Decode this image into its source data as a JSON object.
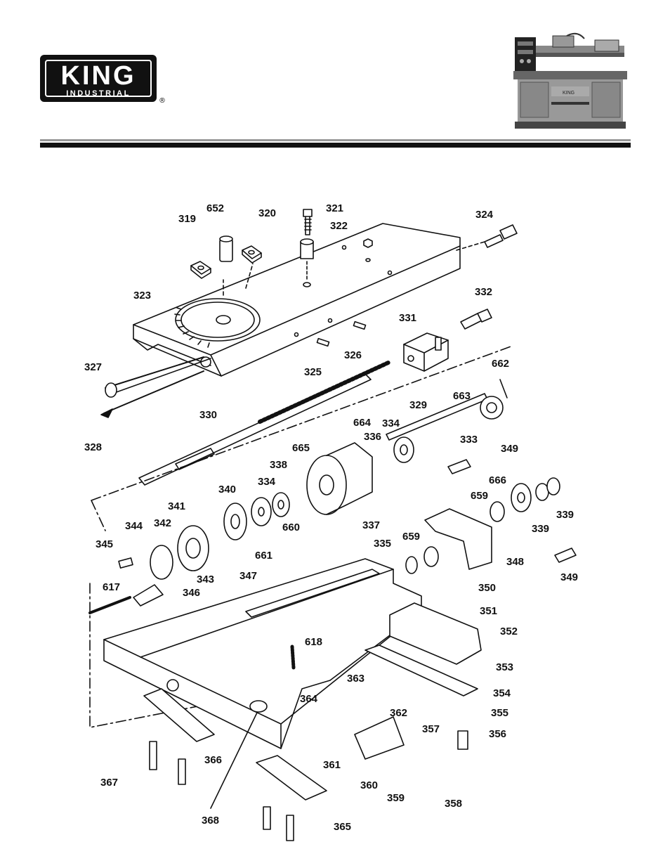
{
  "logo": {
    "brand": "KING",
    "sub": "INDUSTRIAL",
    "registered": "®"
  },
  "labels": [
    {
      "id": "319",
      "text": "319"
    },
    {
      "id": "652",
      "text": "652"
    },
    {
      "id": "320",
      "text": "320"
    },
    {
      "id": "321",
      "text": "321"
    },
    {
      "id": "322",
      "text": "322"
    },
    {
      "id": "324",
      "text": "324"
    },
    {
      "id": "323",
      "text": "323"
    },
    {
      "id": "332",
      "text": "332"
    },
    {
      "id": "331",
      "text": "331"
    },
    {
      "id": "326",
      "text": "326"
    },
    {
      "id": "325",
      "text": "325"
    },
    {
      "id": "327",
      "text": "327"
    },
    {
      "id": "662",
      "text": "662"
    },
    {
      "id": "663",
      "text": "663"
    },
    {
      "id": "329",
      "text": "329"
    },
    {
      "id": "330",
      "text": "330"
    },
    {
      "id": "664",
      "text": "664"
    },
    {
      "id": "334a",
      "text": "334"
    },
    {
      "id": "328",
      "text": "328"
    },
    {
      "id": "336",
      "text": "336"
    },
    {
      "id": "665",
      "text": "665"
    },
    {
      "id": "333",
      "text": "333"
    },
    {
      "id": "349a",
      "text": "349"
    },
    {
      "id": "338",
      "text": "338"
    },
    {
      "id": "666",
      "text": "666"
    },
    {
      "id": "340",
      "text": "340"
    },
    {
      "id": "334b",
      "text": "334"
    },
    {
      "id": "341",
      "text": "341"
    },
    {
      "id": "659a",
      "text": "659"
    },
    {
      "id": "339a",
      "text": "339"
    },
    {
      "id": "342",
      "text": "342"
    },
    {
      "id": "660",
      "text": "660"
    },
    {
      "id": "337",
      "text": "337"
    },
    {
      "id": "339b",
      "text": "339"
    },
    {
      "id": "344",
      "text": "344"
    },
    {
      "id": "345",
      "text": "345"
    },
    {
      "id": "335",
      "text": "335"
    },
    {
      "id": "659b",
      "text": "659"
    },
    {
      "id": "661",
      "text": "661"
    },
    {
      "id": "348",
      "text": "348"
    },
    {
      "id": "343",
      "text": "343"
    },
    {
      "id": "349b",
      "text": "349"
    },
    {
      "id": "347",
      "text": "347"
    },
    {
      "id": "617",
      "text": "617"
    },
    {
      "id": "346",
      "text": "346"
    },
    {
      "id": "350",
      "text": "350"
    },
    {
      "id": "351",
      "text": "351"
    },
    {
      "id": "352",
      "text": "352"
    },
    {
      "id": "618",
      "text": "618"
    },
    {
      "id": "353",
      "text": "353"
    },
    {
      "id": "363",
      "text": "363"
    },
    {
      "id": "364",
      "text": "364"
    },
    {
      "id": "354",
      "text": "354"
    },
    {
      "id": "362",
      "text": "362"
    },
    {
      "id": "355",
      "text": "355"
    },
    {
      "id": "357",
      "text": "357"
    },
    {
      "id": "356",
      "text": "356"
    },
    {
      "id": "366",
      "text": "366"
    },
    {
      "id": "361",
      "text": "361"
    },
    {
      "id": "367",
      "text": "367"
    },
    {
      "id": "360",
      "text": "360"
    },
    {
      "id": "359",
      "text": "359"
    },
    {
      "id": "358",
      "text": "358"
    },
    {
      "id": "368",
      "text": "368"
    },
    {
      "id": "365",
      "text": "365"
    }
  ]
}
